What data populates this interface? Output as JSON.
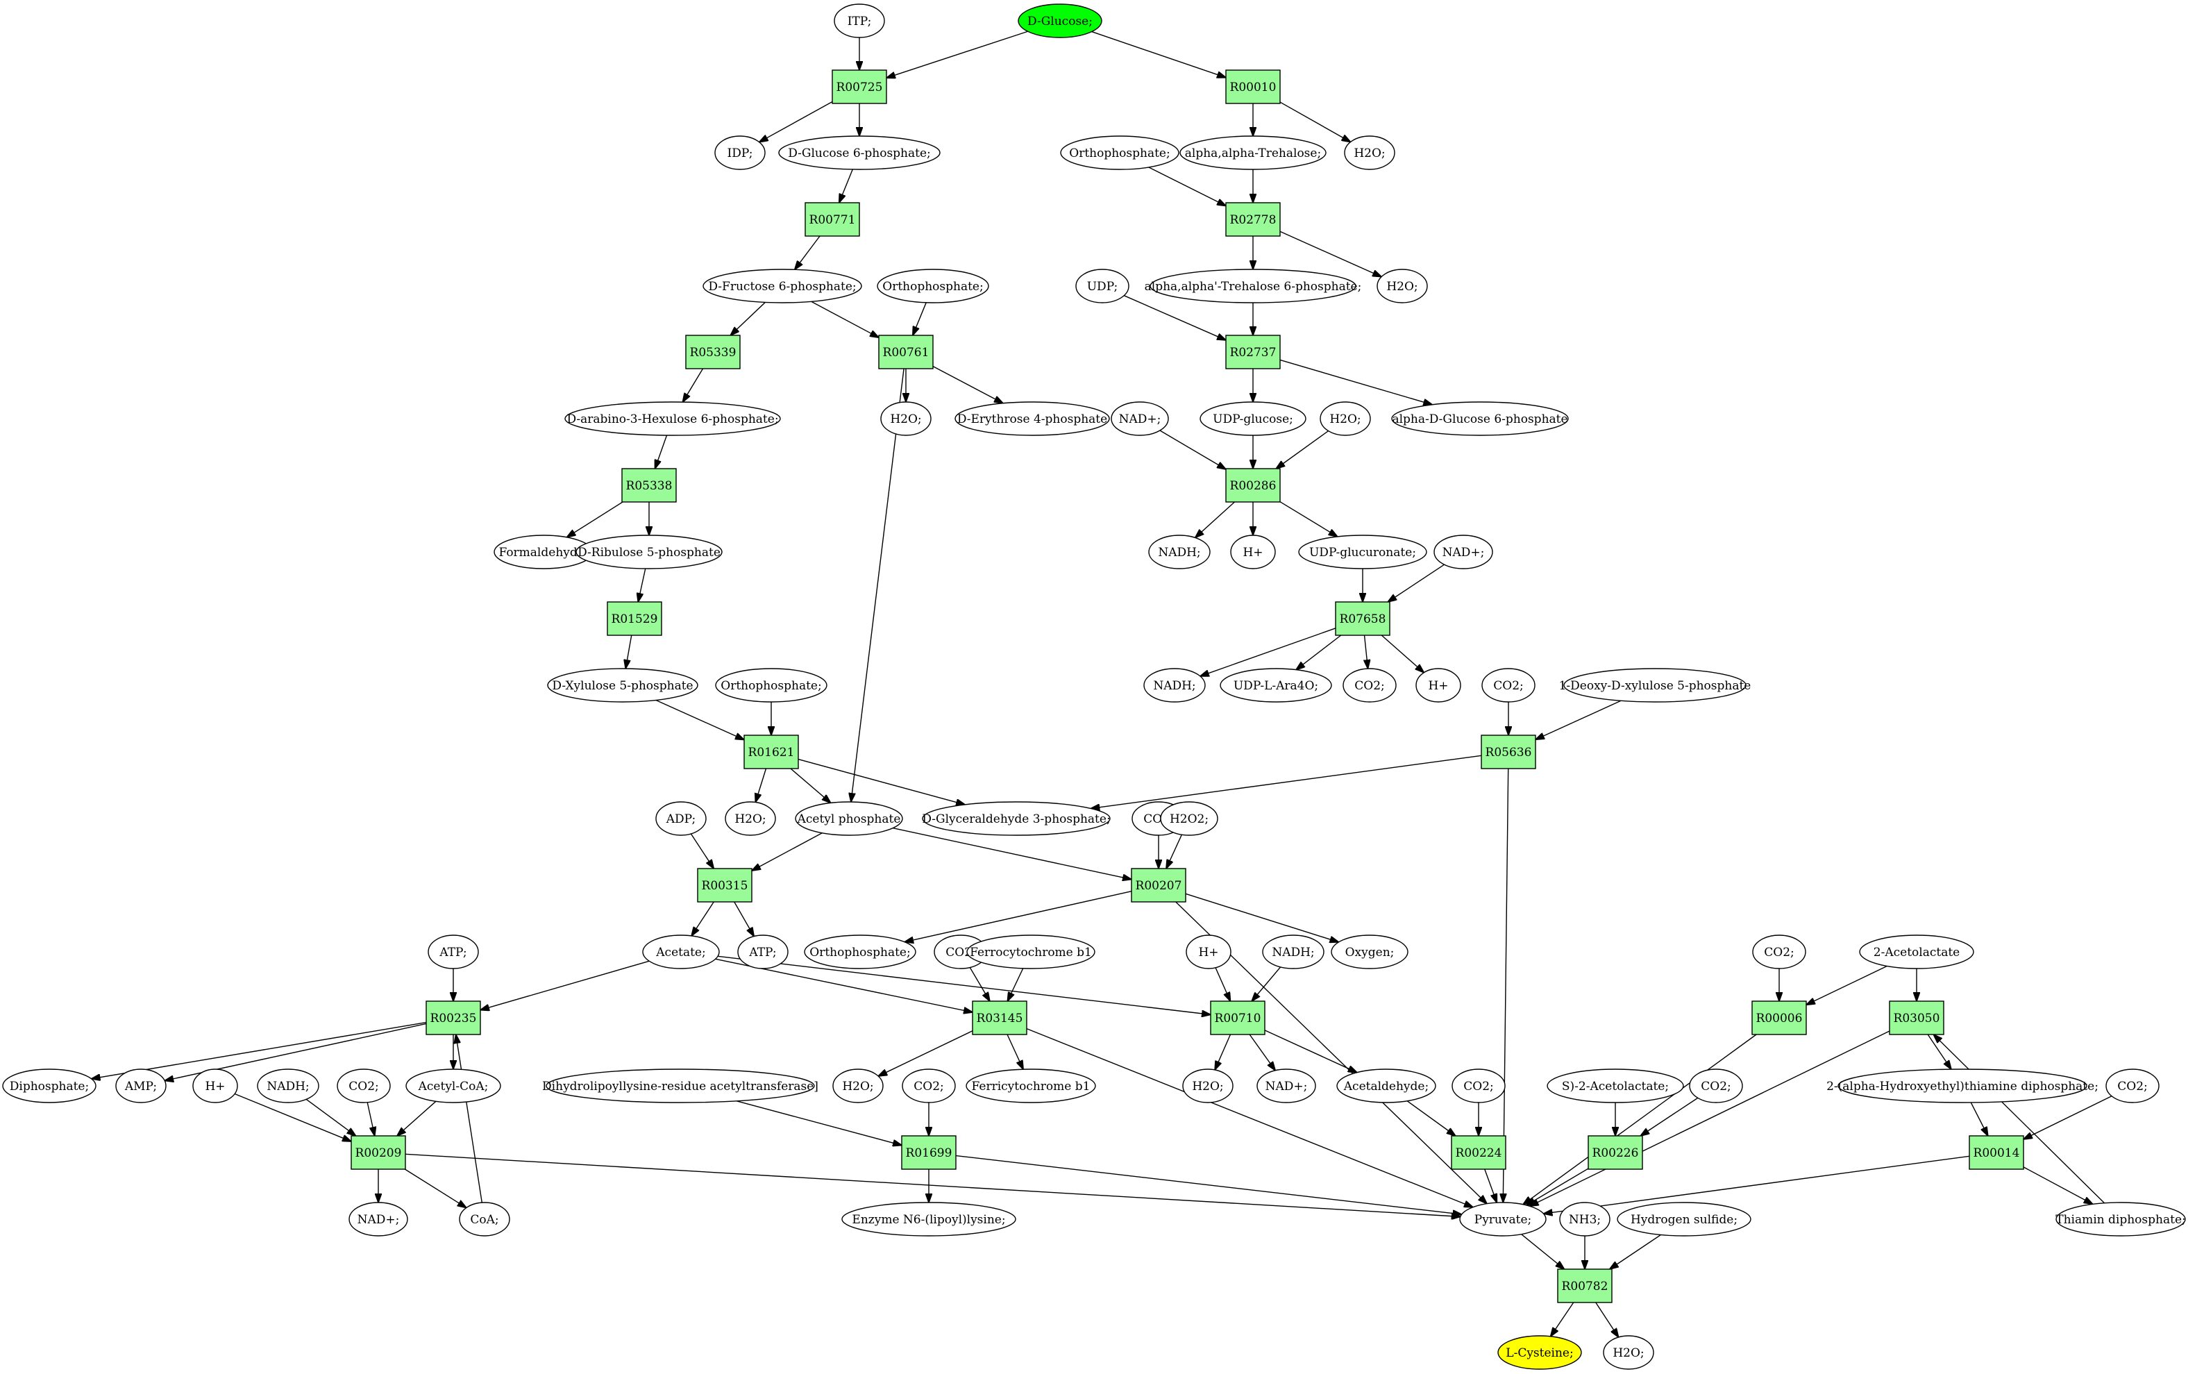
{
  "colors": {
    "metabolite_fill": "#ffffff",
    "reaction_fill": "#98fb98",
    "source_fill": "#00ff00",
    "target_fill": "#ffff00",
    "stroke": "#000000"
  },
  "nodes": [
    {
      "id": "itp",
      "kind": "metabolite",
      "label": "ITP;"
    },
    {
      "id": "dglucose",
      "kind": "metabolite",
      "role": "source",
      "label": "D-Glucose;"
    },
    {
      "id": "r00725",
      "kind": "reaction",
      "label": "R00725"
    },
    {
      "id": "r00010",
      "kind": "reaction",
      "label": "R00010"
    },
    {
      "id": "idp",
      "kind": "metabolite",
      "label": "IDP;"
    },
    {
      "id": "g6p",
      "kind": "metabolite",
      "label": "D-Glucose 6-phosphate;"
    },
    {
      "id": "orthophosphate1",
      "kind": "metabolite",
      "label": "Orthophosphate;"
    },
    {
      "id": "trehalose",
      "kind": "metabolite",
      "label": "alpha,alpha-Trehalose;"
    },
    {
      "id": "h2o_r00010",
      "kind": "metabolite",
      "label": "H2O;"
    },
    {
      "id": "r00771",
      "kind": "reaction",
      "label": "R00771"
    },
    {
      "id": "r02778",
      "kind": "reaction",
      "label": "R02778"
    },
    {
      "id": "f6p",
      "kind": "metabolite",
      "label": "D-Fructose 6-phosphate;"
    },
    {
      "id": "orthophosphate2",
      "kind": "metabolite",
      "label": "Orthophosphate;"
    },
    {
      "id": "udp",
      "kind": "metabolite",
      "label": "UDP;"
    },
    {
      "id": "trehalose6p",
      "kind": "metabolite",
      "label": "alpha,alpha'-Trehalose 6-phosphate;"
    },
    {
      "id": "h2o_r02778",
      "kind": "metabolite",
      "label": "H2O;"
    },
    {
      "id": "r05339",
      "kind": "reaction",
      "label": "R05339"
    },
    {
      "id": "r00761",
      "kind": "reaction",
      "label": "R00761"
    },
    {
      "id": "r02737",
      "kind": "reaction",
      "label": "R02737"
    },
    {
      "id": "hexulose6p",
      "kind": "metabolite",
      "label": "D-arabino-3-Hexulose 6-phosphate;"
    },
    {
      "id": "h2o_r00761",
      "kind": "metabolite",
      "label": "H2O;"
    },
    {
      "id": "erythrose4p",
      "kind": "metabolite",
      "label": "D-Erythrose 4-phosphate"
    },
    {
      "id": "nad_r00286",
      "kind": "metabolite",
      "label": "NAD+;"
    },
    {
      "id": "udpglucose",
      "kind": "metabolite",
      "label": "UDP-glucose;"
    },
    {
      "id": "h2o_r00286",
      "kind": "metabolite",
      "label": "H2O;"
    },
    {
      "id": "alphag6p",
      "kind": "metabolite",
      "label": "alpha-D-Glucose 6-phosphate"
    },
    {
      "id": "r05338",
      "kind": "reaction",
      "label": "R05338"
    },
    {
      "id": "r00286",
      "kind": "reaction",
      "label": "R00286"
    },
    {
      "id": "formaldehyde",
      "kind": "metabolite",
      "label": "Formaldehyde;"
    },
    {
      "id": "ribulose5p",
      "kind": "metabolite",
      "label": "D-Ribulose 5-phosphate"
    },
    {
      "id": "nadh_r00286",
      "kind": "metabolite",
      "label": "NADH;"
    },
    {
      "id": "hplus_r00286",
      "kind": "metabolite",
      "label": "H+"
    },
    {
      "id": "udpglucuronate",
      "kind": "metabolite",
      "label": "UDP-glucuronate;"
    },
    {
      "id": "nad_r07658",
      "kind": "metabolite",
      "label": "NAD+;"
    },
    {
      "id": "r01529",
      "kind": "reaction",
      "label": "R01529"
    },
    {
      "id": "r07658",
      "kind": "reaction",
      "label": "R07658"
    },
    {
      "id": "xylulose5p",
      "kind": "metabolite",
      "label": "D-Xylulose 5-phosphate"
    },
    {
      "id": "orthophosphate3",
      "kind": "metabolite",
      "label": "Orthophosphate;"
    },
    {
      "id": "nadh_r07658",
      "kind": "metabolite",
      "label": "NADH;"
    },
    {
      "id": "udplara4o",
      "kind": "metabolite",
      "label": "UDP-L-Ara4O;"
    },
    {
      "id": "co2_r07658",
      "kind": "metabolite",
      "label": "CO2;"
    },
    {
      "id": "hplus_r07658",
      "kind": "metabolite",
      "label": "H+"
    },
    {
      "id": "co2_r05636",
      "kind": "metabolite",
      "label": "CO2;"
    },
    {
      "id": "deoxyxylulose5p",
      "kind": "metabolite",
      "label": "1-Deoxy-D-xylulose 5-phosphate"
    },
    {
      "id": "r01621",
      "kind": "reaction",
      "label": "R01621"
    },
    {
      "id": "r05636",
      "kind": "reaction",
      "label": "R05636"
    },
    {
      "id": "adp",
      "kind": "metabolite",
      "label": "ADP;"
    },
    {
      "id": "h2o_r01621",
      "kind": "metabolite",
      "label": "H2O;"
    },
    {
      "id": "acetylphosphate",
      "kind": "metabolite",
      "label": "Acetyl phosphate"
    },
    {
      "id": "ga3p",
      "kind": "metabolite",
      "label": "D-Glyceraldehyde 3-phosphate;"
    },
    {
      "id": "co2_r00207",
      "kind": "metabolite",
      "label": "CO2;"
    },
    {
      "id": "h2o2",
      "kind": "metabolite",
      "label": "H2O2;"
    },
    {
      "id": "r00315",
      "kind": "reaction",
      "label": "R00315"
    },
    {
      "id": "r00207",
      "kind": "reaction",
      "label": "R00207"
    },
    {
      "id": "atp_r00235",
      "kind": "metabolite",
      "label": "ATP;"
    },
    {
      "id": "acetate",
      "kind": "metabolite",
      "label": "Acetate;"
    },
    {
      "id": "atp_r00315",
      "kind": "metabolite",
      "label": "ATP;"
    },
    {
      "id": "orthophosphate4",
      "kind": "metabolite",
      "label": "Orthophosphate;"
    },
    {
      "id": "co2_r03145",
      "kind": "metabolite",
      "label": "CO2;"
    },
    {
      "id": "ferrocytochrome",
      "kind": "metabolite",
      "label": "Ferrocytochrome b1"
    },
    {
      "id": "hplus_r00710",
      "kind": "metabolite",
      "label": "H+"
    },
    {
      "id": "nadh_r00710",
      "kind": "metabolite",
      "label": "NADH;"
    },
    {
      "id": "oxygen",
      "kind": "metabolite",
      "label": "Oxygen;"
    },
    {
      "id": "co2_r00006",
      "kind": "metabolite",
      "label": "CO2;"
    },
    {
      "id": "acetolactate2",
      "kind": "metabolite",
      "label": "2-Acetolactate"
    },
    {
      "id": "r00235",
      "kind": "reaction",
      "label": "R00235"
    },
    {
      "id": "r03145",
      "kind": "reaction",
      "label": "R03145"
    },
    {
      "id": "r00710",
      "kind": "reaction",
      "label": "R00710"
    },
    {
      "id": "r00006",
      "kind": "reaction",
      "label": "R00006"
    },
    {
      "id": "r03050",
      "kind": "reaction",
      "label": "R03050"
    },
    {
      "id": "diphosphate",
      "kind": "metabolite",
      "label": "Diphosphate;"
    },
    {
      "id": "amp",
      "kind": "metabolite",
      "label": "AMP;"
    },
    {
      "id": "hplus_r00209",
      "kind": "metabolite",
      "label": "H+"
    },
    {
      "id": "nadh_r00209",
      "kind": "metabolite",
      "label": "NADH;"
    },
    {
      "id": "co2_r00209",
      "kind": "metabolite",
      "label": "CO2;"
    },
    {
      "id": "acetylcoa",
      "kind": "metabolite",
      "label": "Acetyl-CoA;"
    },
    {
      "id": "dihydrolipoyllysine",
      "kind": "metabolite",
      "label": "Dihydrolipoyllysine-residue acetyltransferase]"
    },
    {
      "id": "h2o_r03145",
      "kind": "metabolite",
      "label": "H2O;"
    },
    {
      "id": "co2_r01699",
      "kind": "metabolite",
      "label": "CO2;"
    },
    {
      "id": "ferricytochrome",
      "kind": "metabolite",
      "label": "Ferricytochrome b1"
    },
    {
      "id": "h2o_r00710",
      "kind": "metabolite",
      "label": "H2O;"
    },
    {
      "id": "nad_r00710",
      "kind": "metabolite",
      "label": "NAD+;"
    },
    {
      "id": "acetaldehyde",
      "kind": "metabolite",
      "label": "Acetaldehyde;"
    },
    {
      "id": "co2_r00224",
      "kind": "metabolite",
      "label": "CO2;"
    },
    {
      "id": "s2acetolactate",
      "kind": "metabolite",
      "label": "S)-2-Acetolactate;"
    },
    {
      "id": "co2_r00226",
      "kind": "metabolite",
      "label": "CO2;"
    },
    {
      "id": "hydroxyethyltpp",
      "kind": "metabolite",
      "label": "2-(alpha-Hydroxyethyl)thiamine diphosphate;"
    },
    {
      "id": "co2_r00014",
      "kind": "metabolite",
      "label": "CO2;"
    },
    {
      "id": "r00209",
      "kind": "reaction",
      "label": "R00209"
    },
    {
      "id": "r01699",
      "kind": "reaction",
      "label": "R01699"
    },
    {
      "id": "r00224",
      "kind": "reaction",
      "label": "R00224"
    },
    {
      "id": "r00226",
      "kind": "reaction",
      "label": "R00226"
    },
    {
      "id": "r00014",
      "kind": "reaction",
      "label": "R00014"
    },
    {
      "id": "nad_r00209",
      "kind": "metabolite",
      "label": "NAD+;"
    },
    {
      "id": "coa",
      "kind": "metabolite",
      "label": "CoA;"
    },
    {
      "id": "lipoyllysine",
      "kind": "metabolite",
      "label": "Enzyme N6-(lipoyl)lysine;"
    },
    {
      "id": "pyruvate",
      "kind": "metabolite",
      "label": "Pyruvate;"
    },
    {
      "id": "nh3",
      "kind": "metabolite",
      "label": "NH3;"
    },
    {
      "id": "h2s",
      "kind": "metabolite",
      "label": "Hydrogen sulfide;"
    },
    {
      "id": "thiamindp",
      "kind": "metabolite",
      "label": "Thiamin diphosphate;"
    },
    {
      "id": "r00782",
      "kind": "reaction",
      "label": "R00782"
    },
    {
      "id": "lcysteine",
      "kind": "metabolite",
      "role": "target",
      "label": "L-Cysteine;"
    },
    {
      "id": "h2o_r00782",
      "kind": "metabolite",
      "label": "H2O;"
    }
  ],
  "edges": [
    [
      "itp",
      "r00725"
    ],
    [
      "dglucose",
      "r00725"
    ],
    [
      "dglucose",
      "r00010"
    ],
    [
      "r00725",
      "idp"
    ],
    [
      "r00725",
      "g6p"
    ],
    [
      "r00010",
      "trehalose"
    ],
    [
      "r00010",
      "h2o_r00010"
    ],
    [
      "g6p",
      "r00771"
    ],
    [
      "r00771",
      "f6p"
    ],
    [
      "orthophosphate1",
      "r02778"
    ],
    [
      "trehalose",
      "r02778"
    ],
    [
      "r02778",
      "trehalose6p"
    ],
    [
      "r02778",
      "h2o_r02778"
    ],
    [
      "f6p",
      "r05339"
    ],
    [
      "f6p",
      "r00761"
    ],
    [
      "orthophosphate2",
      "r00761"
    ],
    [
      "udp",
      "r02737"
    ],
    [
      "trehalose6p",
      "r02737"
    ],
    [
      "r02737",
      "udpglucose"
    ],
    [
      "r02737",
      "alphag6p"
    ],
    [
      "r05339",
      "hexulose6p"
    ],
    [
      "r00761",
      "h2o_r00761"
    ],
    [
      "r00761",
      "erythrose4p"
    ],
    [
      "r00761",
      "acetylphosphate"
    ],
    [
      "hexulose6p",
      "r05338"
    ],
    [
      "nad_r00286",
      "r00286"
    ],
    [
      "udpglucose",
      "r00286"
    ],
    [
      "h2o_r00286",
      "r00286"
    ],
    [
      "r05338",
      "formaldehyde"
    ],
    [
      "r05338",
      "ribulose5p"
    ],
    [
      "r00286",
      "nadh_r00286"
    ],
    [
      "r00286",
      "hplus_r00286"
    ],
    [
      "r00286",
      "udpglucuronate"
    ],
    [
      "ribulose5p",
      "r01529"
    ],
    [
      "udpglucuronate",
      "r07658"
    ],
    [
      "nad_r07658",
      "r07658"
    ],
    [
      "r01529",
      "xylulose5p"
    ],
    [
      "r07658",
      "nadh_r07658"
    ],
    [
      "r07658",
      "udplara4o"
    ],
    [
      "r07658",
      "co2_r07658"
    ],
    [
      "r07658",
      "hplus_r07658"
    ],
    [
      "xylulose5p",
      "r01621"
    ],
    [
      "orthophosphate3",
      "r01621"
    ],
    [
      "co2_r05636",
      "r05636"
    ],
    [
      "deoxyxylulose5p",
      "r05636"
    ],
    [
      "r01621",
      "h2o_r01621"
    ],
    [
      "r01621",
      "acetylphosphate"
    ],
    [
      "r01621",
      "ga3p"
    ],
    [
      "r05636",
      "ga3p"
    ],
    [
      "r05636",
      "pyruvate"
    ],
    [
      "adp",
      "r00315"
    ],
    [
      "acetylphosphate",
      "r00315"
    ],
    [
      "acetylphosphate",
      "r00207"
    ],
    [
      "co2_r00207",
      "r00207"
    ],
    [
      "h2o2",
      "r00207"
    ],
    [
      "r00315",
      "acetate"
    ],
    [
      "r00315",
      "atp_r00315"
    ],
    [
      "r00207",
      "orthophosphate4"
    ],
    [
      "r00207",
      "oxygen"
    ],
    [
      "r00207",
      "pyruvate"
    ],
    [
      "atp_r00235",
      "r00235"
    ],
    [
      "acetate",
      "r00235"
    ],
    [
      "acetate",
      "r03145"
    ],
    [
      "acetate",
      "r00710"
    ],
    [
      "co2_r03145",
      "r03145"
    ],
    [
      "ferrocytochrome",
      "r03145"
    ],
    [
      "hplus_r00710",
      "r00710"
    ],
    [
      "nadh_r00710",
      "r00710"
    ],
    [
      "co2_r00006",
      "r00006"
    ],
    [
      "acetolactate2",
      "r00006"
    ],
    [
      "acetolactate2",
      "r03050"
    ],
    [
      "r00235",
      "diphosphate"
    ],
    [
      "r00235",
      "amp"
    ],
    [
      "r00235",
      "acetylcoa"
    ],
    [
      "r03145",
      "h2o_r03145"
    ],
    [
      "r03145",
      "ferricytochrome"
    ],
    [
      "r03145",
      "pyruvate"
    ],
    [
      "r00710",
      "h2o_r00710"
    ],
    [
      "r00710",
      "nad_r00710"
    ],
    [
      "r00710",
      "acetaldehyde"
    ],
    [
      "r00006",
      "pyruvate"
    ],
    [
      "r03050",
      "pyruvate"
    ],
    [
      "r03050",
      "hydroxyethyltpp"
    ],
    [
      "hplus_r00209",
      "r00209"
    ],
    [
      "nadh_r00209",
      "r00209"
    ],
    [
      "co2_r00209",
      "r00209"
    ],
    [
      "acetylcoa",
      "r00209"
    ],
    [
      "dihydrolipoyllysine",
      "r01699"
    ],
    [
      "co2_r01699",
      "r01699"
    ],
    [
      "acetaldehyde",
      "r00224"
    ],
    [
      "co2_r00224",
      "r00224"
    ],
    [
      "s2acetolactate",
      "r00226"
    ],
    [
      "co2_r00226",
      "r00226"
    ],
    [
      "hydroxyethyltpp",
      "r00014"
    ],
    [
      "co2_r00014",
      "r00014"
    ],
    [
      "r00209",
      "nad_r00209"
    ],
    [
      "r00209",
      "coa"
    ],
    [
      "r00209",
      "pyruvate"
    ],
    [
      "coa",
      "r00235"
    ],
    [
      "r01699",
      "lipoyllysine"
    ],
    [
      "r01699",
      "pyruvate"
    ],
    [
      "r00224",
      "pyruvate"
    ],
    [
      "r00226",
      "pyruvate"
    ],
    [
      "r00014",
      "pyruvate"
    ],
    [
      "r00014",
      "thiamindp"
    ],
    [
      "thiamindp",
      "r03050"
    ],
    [
      "pyruvate",
      "r00782"
    ],
    [
      "nh3",
      "r00782"
    ],
    [
      "h2s",
      "r00782"
    ],
    [
      "r00782",
      "lcysteine"
    ],
    [
      "r00782",
      "h2o_r00782"
    ]
  ]
}
